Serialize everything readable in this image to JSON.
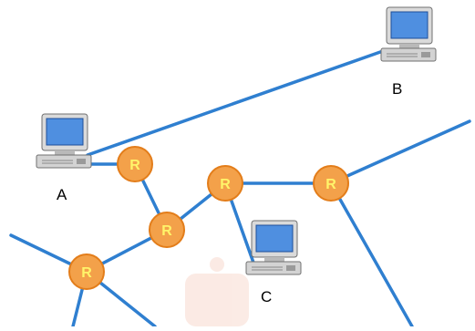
{
  "diagram": {
    "router_label": "R",
    "computers": [
      {
        "id": "A",
        "label": "A"
      },
      {
        "id": "B",
        "label": "B"
      },
      {
        "id": "C",
        "label": "C"
      }
    ]
  },
  "colors": {
    "link": "#2f7fd0",
    "router_fill": "#f3a14a",
    "router_stroke": "#e37d1a",
    "router_text": "#fff46a",
    "monitor_frame": "#d9d9d9",
    "screen": "#4f8fe0",
    "base": "#cfcfcf",
    "text": "#000000"
  }
}
